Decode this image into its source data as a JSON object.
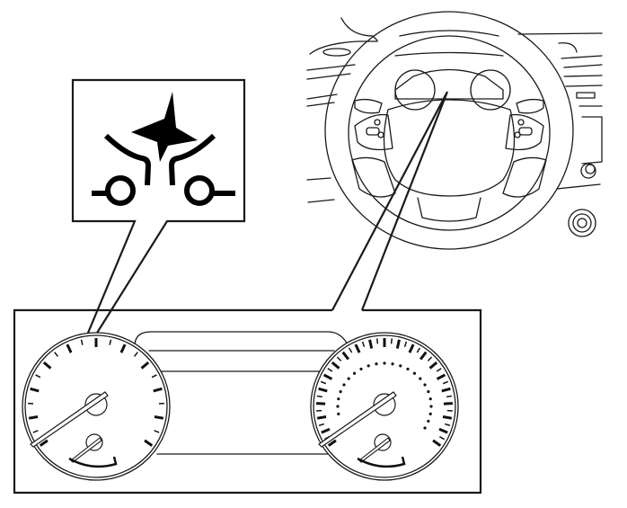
{
  "diagram": {
    "callout_icon": "forward-collision-warning-icon",
    "colors": {
      "line": "#1a1a1a",
      "background": "#ffffff"
    },
    "parts": [
      "steering-wheel",
      "instrument-cluster",
      "warning-light-callout"
    ]
  }
}
